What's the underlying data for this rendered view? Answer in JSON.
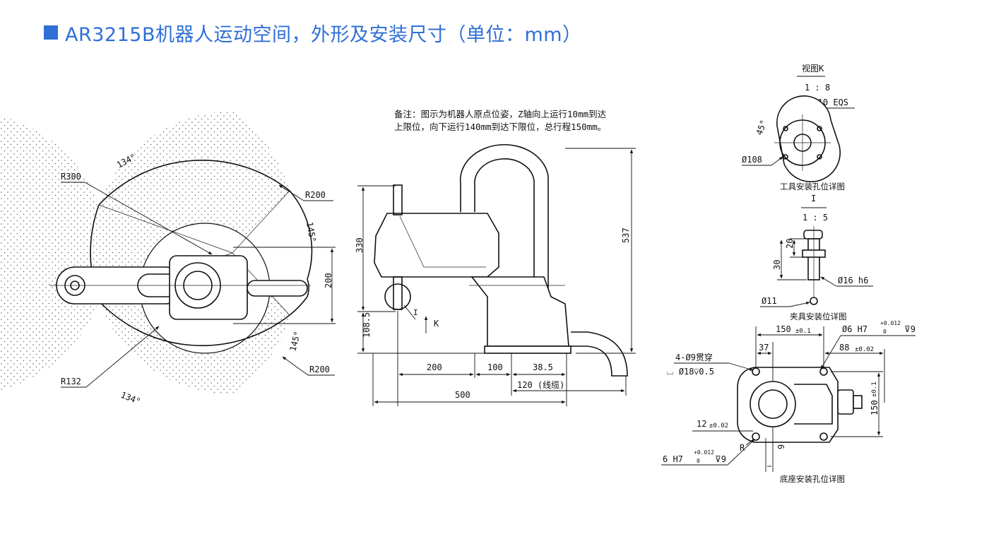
{
  "title": "AR3215B机器人运动空间，外形及安装尺寸（单位：mm）",
  "colors": {
    "title": "#2f6fd6",
    "line": "#111111"
  },
  "note": {
    "line1": "备注：图示为机器人原点位姿，Z轴向上运行10mm到达",
    "line2": "上限位，向下运行140mm到达下限位，总行程150mm。"
  },
  "top_view": {
    "r300": "R300",
    "r200_top": "R200",
    "r200_bottom": "R200",
    "r132": "R132",
    "angle_134_top": "134°",
    "angle_134_bottom": "134°",
    "angle_145_top": "145°",
    "angle_145_bottom": "145°",
    "dim_200": "200"
  },
  "side_view": {
    "dim_330": "330",
    "dim_108_5": "108.5",
    "dim_537": "537",
    "dim_200": "200",
    "dim_100": "100",
    "dim_38_5": "38.5",
    "dim_120": "120 (线缆)",
    "dim_500": "500",
    "k_label": "K",
    "view_mark": "I"
  },
  "detail_view_k": {
    "title": "视图K",
    "scale": "1 : 8",
    "holes": "4xM4⊽10 EQS",
    "angle": "45°",
    "diameter": "Ø108",
    "caption": "工具安装孔位详图"
  },
  "detail_view_i": {
    "title": "I",
    "scale": "1 : 5",
    "dim_20": "20",
    "dim_30": "30",
    "shaft": "Ø16 h6",
    "bore": "Ø11",
    "caption": "夹具安装位详图"
  },
  "base_view": {
    "dim_150_top": "150",
    "dim_150_top_tol": "±0.1",
    "pin_top": "Ø6 H7",
    "pin_top_tol_upper": "+0.012",
    "pin_top_tol_lower": "0",
    "pin_top_depth": "⊽9",
    "holes_through": "4-Ø9贯穿",
    "counterbore": "⌴ Ø18⊽0.5",
    "dim_37": "37",
    "dim_88": "88",
    "dim_88_tol": "±0.02",
    "dim_150_side": "150",
    "dim_150_side_tol": "±0.1",
    "dim_12": "12",
    "dim_12_tol": "±0.02",
    "r_label": "R",
    "dim_9": "9",
    "pin_bottom": "6 H7",
    "pin_bottom_tol_upper": "+0.012",
    "pin_bottom_tol_lower": "0",
    "pin_bottom_depth": "⊽9",
    "caption": "底座安装孔位详图"
  }
}
